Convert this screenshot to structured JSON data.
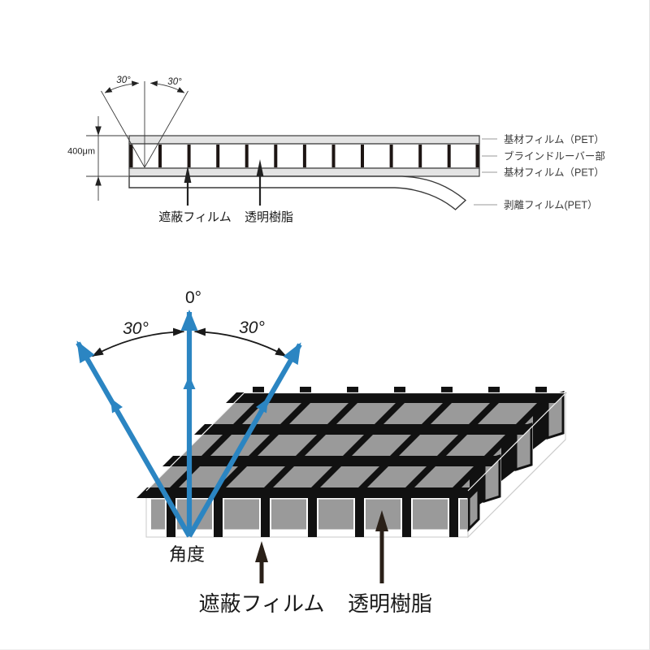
{
  "colors": {
    "blue": "#2b85c2",
    "wall_black": "#111111",
    "cell_gray": "#9a9a9a",
    "layer_gray": "#e4e4e4",
    "line_dark": "#3a3a3a",
    "leader_gray": "#999999",
    "wire_gray": "#cccccc",
    "arrow_dark": "#2a2018"
  },
  "top_diagram": {
    "angle_left": "30°",
    "angle_right": "30°",
    "thickness": "400μm",
    "labels": {
      "base_film_top": "基材フィルム（PET）",
      "louver_part": "ブラインドルーバー部",
      "base_film_bottom": "基材フィルム（PET）",
      "release_film": "剥離フィルム(PET）",
      "shield_film": "遮蔽フィルム",
      "clear_resin": "透明樹脂"
    }
  },
  "bottom_diagram": {
    "angle_zero": "0°",
    "angle_left": "30°",
    "angle_right": "30°",
    "labels": {
      "angle": "角度",
      "shield_film": "遮蔽フィルム",
      "clear_resin": "透明樹脂"
    }
  }
}
